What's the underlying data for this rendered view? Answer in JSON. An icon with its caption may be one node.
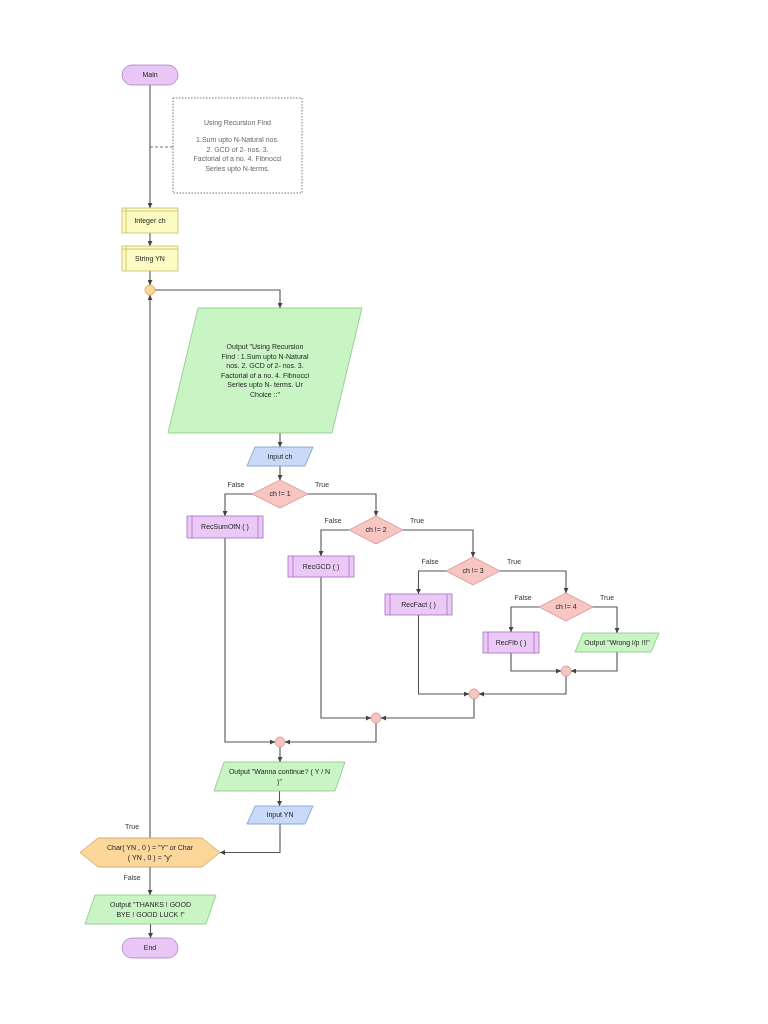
{
  "diagram": {
    "nodes": [
      {
        "text": [
          "Main"
        ]
      },
      {
        "text": [
          "Using Recursion Find",
          "1.Sum upto N-Natural nos. 2. GCD of 2- nos. 3. Factorial of a no. 4. Fibnocci Series upto N-terms."
        ]
      },
      {
        "text": [
          "Integer ch"
        ]
      },
      {
        "text": [
          "String YN"
        ]
      },
      {
        "text": [],
        "shape": "circle"
      },
      {
        "text": [
          "Output \"Using Recursion Find : 1.Sum upto N-Natural nos. 2. GCD of 2- nos. 3. Factorial of a no. 4. Fibnocci Series upto N- terms. Ur Choice ::\""
        ]
      },
      {
        "text": [
          "Input ch"
        ]
      },
      {
        "text": [
          "ch != 1"
        ]
      },
      {
        "text": [
          "RecSumOfN ( )"
        ]
      },
      {
        "text": [
          "ch != 2"
        ]
      },
      {
        "text": [
          "RecGCD ( )"
        ]
      },
      {
        "text": [
          "ch != 3"
        ]
      },
      {
        "text": [
          "RecFact ( )"
        ]
      },
      {
        "text": [
          "ch != 4"
        ]
      },
      {
        "text": [
          "RecFib ( )"
        ]
      },
      {
        "text": [
          "Output \"Wrong i/p !!!\""
        ]
      },
      {
        "text": [],
        "shape": "circle"
      },
      {
        "text": [],
        "shape": "circle"
      },
      {
        "text": [],
        "shape": "circle"
      },
      {
        "text": [],
        "shape": "circle"
      },
      {
        "text": [
          "Output \"Wanna continue? ( Y / N )\""
        ]
      },
      {
        "text": [
          "Input YN"
        ]
      },
      {
        "text": [
          "Char( YN , 0 ) = \"Y\" or Char ( YN , 0 ) = \"y\""
        ]
      },
      {
        "text": [
          "Output \"THANKS ! GOOD BYE ! GOOD LUCK !\""
        ]
      },
      {
        "text": [
          "End"
        ]
      }
    ],
    "edges": [
      {
        "from": 0,
        "to": 2,
        "arrow": "to"
      },
      {
        "from": 1,
        "to": null,
        "arrow": "none",
        "style": "dashed"
      },
      {
        "from": 2,
        "to": 3,
        "arrow": "to"
      },
      {
        "from": 3,
        "to": 4,
        "arrow": "to"
      },
      {
        "from": 4,
        "to": 5,
        "arrow": "to"
      },
      {
        "from": 5,
        "to": 6,
        "arrow": "to"
      },
      {
        "from": 6,
        "to": 7,
        "arrow": "to"
      },
      {
        "from": 7,
        "to": 8,
        "arrow": "to",
        "label": "False"
      },
      {
        "from": 7,
        "to": 9,
        "arrow": "to",
        "label": "True"
      },
      {
        "from": 9,
        "to": 10,
        "arrow": "to",
        "label": "False"
      },
      {
        "from": 9,
        "to": 11,
        "arrow": "to",
        "label": "True"
      },
      {
        "from": 11,
        "to": 12,
        "arrow": "to",
        "label": "False"
      },
      {
        "from": 11,
        "to": 13,
        "arrow": "to",
        "label": "True"
      },
      {
        "from": 13,
        "to": 14,
        "arrow": "to",
        "label": "False"
      },
      {
        "from": 13,
        "to": 15,
        "arrow": "to",
        "label": "True"
      },
      {
        "from": 14,
        "to": 16,
        "arrow": "to"
      },
      {
        "from": 15,
        "to": 16,
        "arrow": "to"
      },
      {
        "from": 16,
        "to": 17,
        "arrow": "to"
      },
      {
        "from": 12,
        "to": 17,
        "arrow": "to"
      },
      {
        "from": 10,
        "to": 18,
        "arrow": "to"
      },
      {
        "from": 17,
        "to": 18,
        "arrow": "to"
      },
      {
        "from": 8,
        "to": 19,
        "arrow": "to"
      },
      {
        "from": 18,
        "to": 19,
        "arrow": "to"
      },
      {
        "from": 19,
        "to": 20,
        "arrow": "to"
      },
      {
        "from": 20,
        "to": 21,
        "arrow": "to"
      },
      {
        "from": 21,
        "to": 22,
        "arrow": "to"
      },
      {
        "from": 22,
        "to": 4,
        "arrow": "to",
        "label": "True"
      },
      {
        "from": 22,
        "to": 23,
        "arrow": "to",
        "label": "False"
      },
      {
        "from": 23,
        "to": 24,
        "arrow": "to"
      }
    ]
  }
}
